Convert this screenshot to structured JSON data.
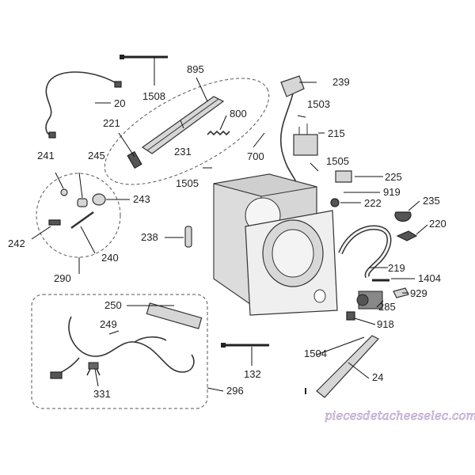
{
  "labels": {
    "l895": "895",
    "l239": "239",
    "l1508": "1508",
    "l20": "20",
    "l800": "800",
    "l221": "221",
    "l1503": "1503",
    "l215": "215",
    "l231": "231",
    "l700": "700",
    "l241": "241",
    "l245": "245",
    "l1505a": "1505",
    "l1505b": "1505",
    "l225": "225",
    "l243": "243",
    "l919": "919",
    "l235": "235",
    "l222": "222",
    "l220": "220",
    "l242": "242",
    "l238": "238",
    "l240": "240",
    "l290": "290",
    "l219": "219",
    "l1404": "1404",
    "l929": "929",
    "l285": "285",
    "l250": "250",
    "l918": "918",
    "l249": "249",
    "l1504": "1504",
    "l24": "24",
    "l132": "132",
    "l331": "331",
    "l296": "296"
  },
  "watermark": "piecesdetacheeselec.com"
}
